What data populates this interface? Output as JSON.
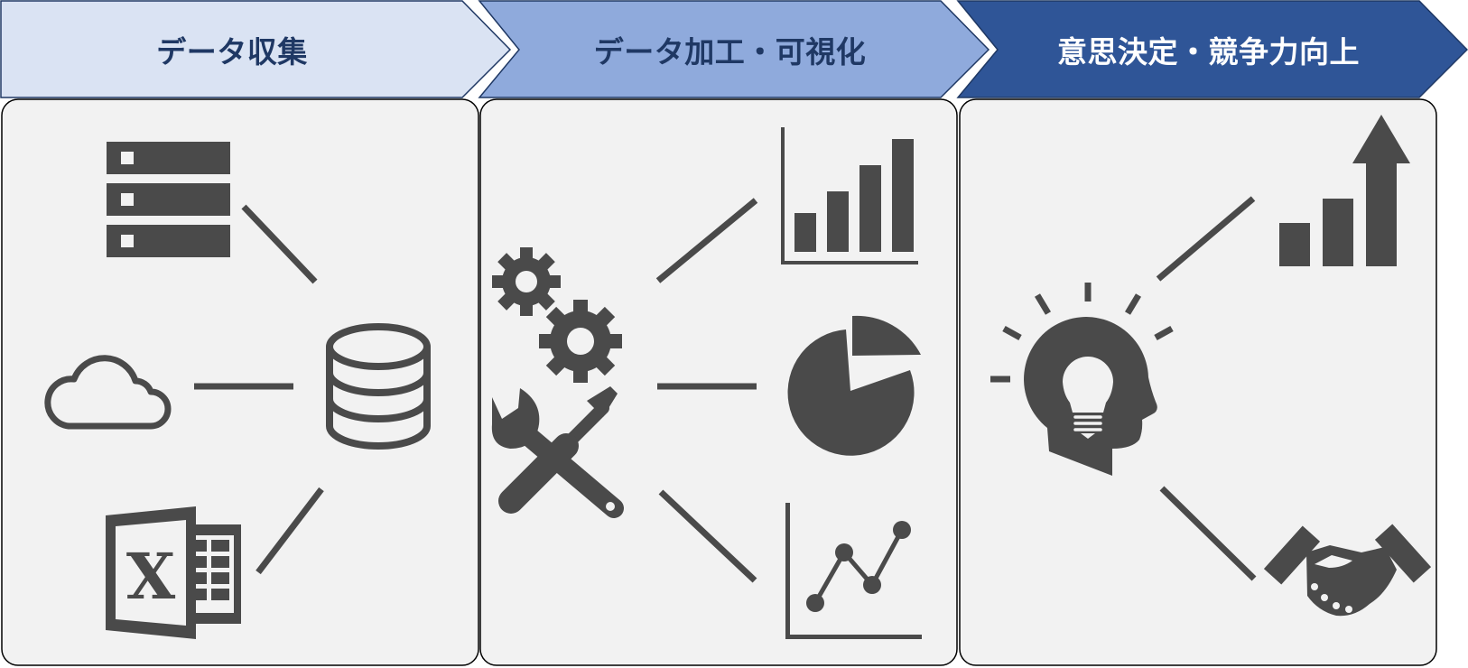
{
  "stages": [
    {
      "label": "データ収集",
      "fill": "#dae3f3",
      "text_color": "#1f3864"
    },
    {
      "label": "データ加工・可視化",
      "fill": "#8faadc",
      "text_color": "#1f3864"
    },
    {
      "label": "意思決定・競争力向上",
      "fill": "#2f5597",
      "text_color": "#ffffff"
    }
  ],
  "colors": {
    "panel_fill": "#f2f2f2",
    "panel_stroke": "#000000",
    "icon": "#4a4a4a",
    "chevron_stroke": "#1f3864"
  },
  "icons": {
    "collect": [
      "server-rack-icon",
      "cloud-icon",
      "excel-file-icon",
      "database-icon"
    ],
    "process": [
      "gears-icon",
      "tools-icon",
      "bar-chart-icon",
      "pie-chart-icon",
      "line-chart-icon"
    ],
    "decide": [
      "idea-head-icon",
      "growth-arrow-icon",
      "handshake-icon"
    ]
  }
}
